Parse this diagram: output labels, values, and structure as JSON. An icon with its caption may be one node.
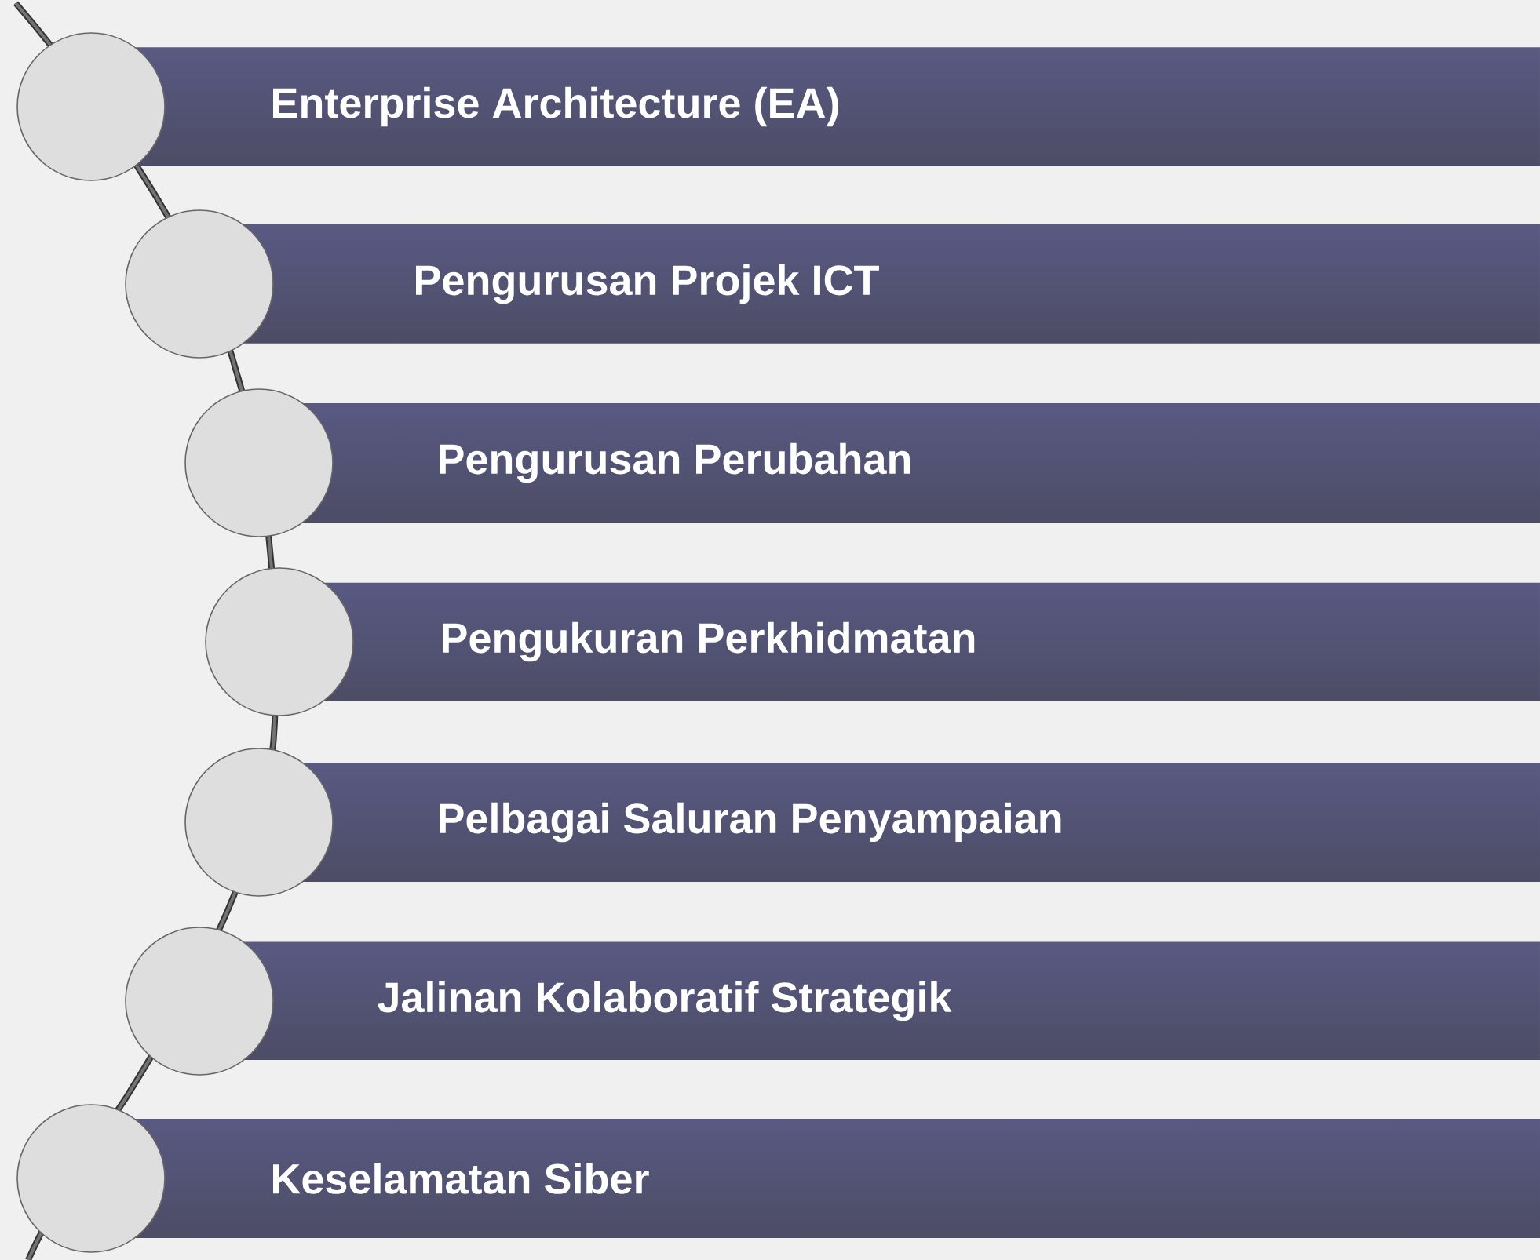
{
  "diagram": {
    "nodes": [
      {
        "text": [
          "Enterprise Architecture (EA)"
        ]
      },
      {
        "text": [
          "Pengurusan Projek ICT"
        ]
      },
      {
        "text": [
          "Pengurusan Perubahan"
        ]
      },
      {
        "text": [
          "Pengukuran Perkhidmatan"
        ]
      },
      {
        "text": [
          "Pelbagai Saluran Penyampaian"
        ]
      },
      {
        "text": [
          "Jalinan Kolaboratif Strategik"
        ]
      },
      {
        "text": [
          "Keselamatan Siber"
        ]
      }
    ]
  }
}
